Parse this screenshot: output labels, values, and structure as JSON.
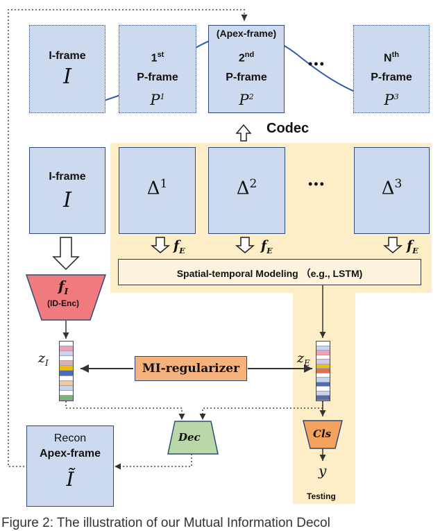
{
  "top_frames": [
    {
      "label1": "I-frame",
      "label2": "",
      "sym": "I",
      "sup": ""
    },
    {
      "label1": "1",
      "label1_sup": "st",
      "label2": "P-frame",
      "sym": "P",
      "sup": "1"
    },
    {
      "label1": "2",
      "label1_sup": "nd",
      "label2": "P-frame",
      "sym": "P",
      "sup": "2",
      "tag": "(Apex-frame)"
    },
    {
      "label1": "N",
      "label1_sup": "th",
      "label2": "P-frame",
      "sym": "P",
      "sup": "3"
    }
  ],
  "ellipsis": "•••",
  "codec": "Codec",
  "iframe2": {
    "label": "I-frame",
    "sym": "I"
  },
  "deltas": [
    {
      "sym": "Δ",
      "sup": "1"
    },
    {
      "sym": "Δ",
      "sup": "2"
    },
    {
      "sym": "Δ",
      "sup": "3"
    }
  ],
  "fe": {
    "f": "f",
    "sub": "E"
  },
  "stm": "Spatial-temporal Modeling （e.g., LSTM)",
  "fi": {
    "f": "f",
    "sub": "I",
    "label": "(ID-Enc)"
  },
  "zi": {
    "z": "z",
    "sub": "I"
  },
  "ze": {
    "z": "z",
    "sub": "E"
  },
  "mi": "MI-regularizer",
  "dec": "Dec",
  "cls": "Cls",
  "y": "y",
  "recon": {
    "line1": "Recon",
    "line2": "Apex-frame",
    "sym": "Ĩ"
  },
  "testing": "Testing",
  "caption": "Figure 2: The illustration of our Mutual Information Decol",
  "colors": {
    "frame_fill": "#cdd9ee",
    "frame_border": "#2f4a78",
    "highlight": "#fdeec8",
    "fi_fill": "#f07a7d",
    "mi_fill": "#f5b27c",
    "dec_fill": "#b8d8a8",
    "cls_fill": "#f5a35c",
    "curve": "#2a5db0"
  },
  "zi_stripes": [
    "#ffffff",
    "#f4a0b4",
    "#c9d3f0",
    "#ffffff",
    "#e0b0b0",
    "#f0c000",
    "#4a6fb0",
    "#ffffff",
    "#f4c6a0",
    "#c9d3f0",
    "#ffffff",
    "#7ab07a"
  ],
  "ze_stripes": [
    "#ffffff",
    "#c9d3f0",
    "#f4a0b4",
    "#ffffff",
    "#d8c8e8",
    "#f0c000",
    "#e07050",
    "#ffffff",
    "#c9d3f0",
    "#4a6fb0",
    "#ffffff",
    "#c9d3f0",
    "#5a6a9a"
  ]
}
